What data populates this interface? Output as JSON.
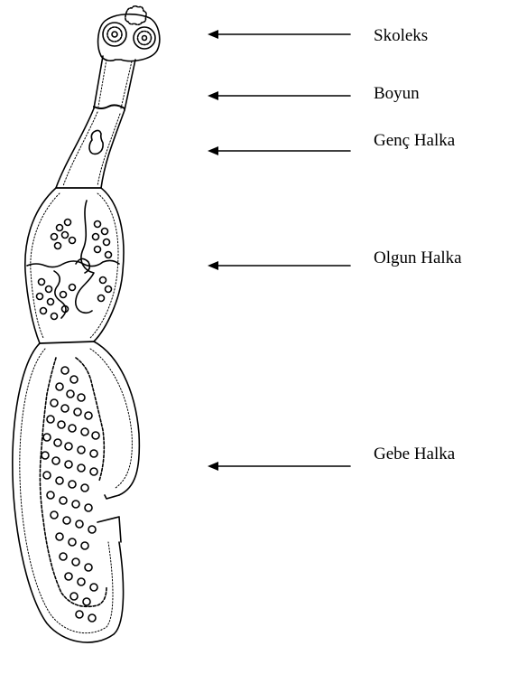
{
  "labels": [
    {
      "text": "Skoleks",
      "part": "scolex"
    },
    {
      "text": "Boyun",
      "part": "neck"
    },
    {
      "text": "Genç Halka",
      "part": "immature-proglottid"
    },
    {
      "text": "Olgun Halka",
      "part": "mature-proglottid"
    },
    {
      "text": "Gebe Halka",
      "part": "gravid-proglottid"
    }
  ],
  "colors": {
    "ink": "#000000",
    "background": "#ffffff"
  }
}
